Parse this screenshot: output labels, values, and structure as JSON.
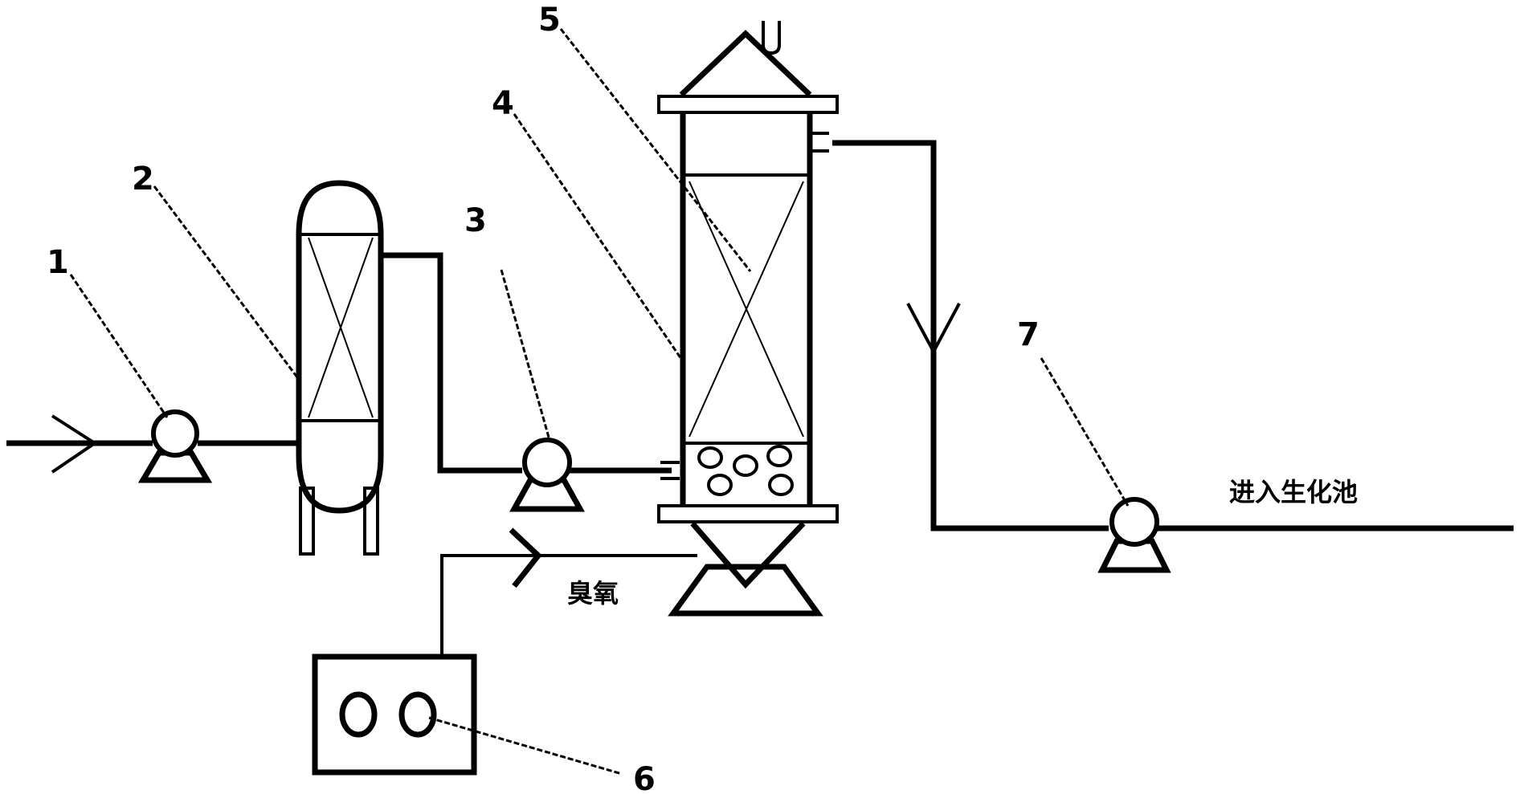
{
  "labels": {
    "n1": "1",
    "n2": "2",
    "n3": "3",
    "n4": "4",
    "n5": "5",
    "n6": "6",
    "n7": "7",
    "ozone": "臭氧",
    "outlet": "进入生化池"
  }
}
